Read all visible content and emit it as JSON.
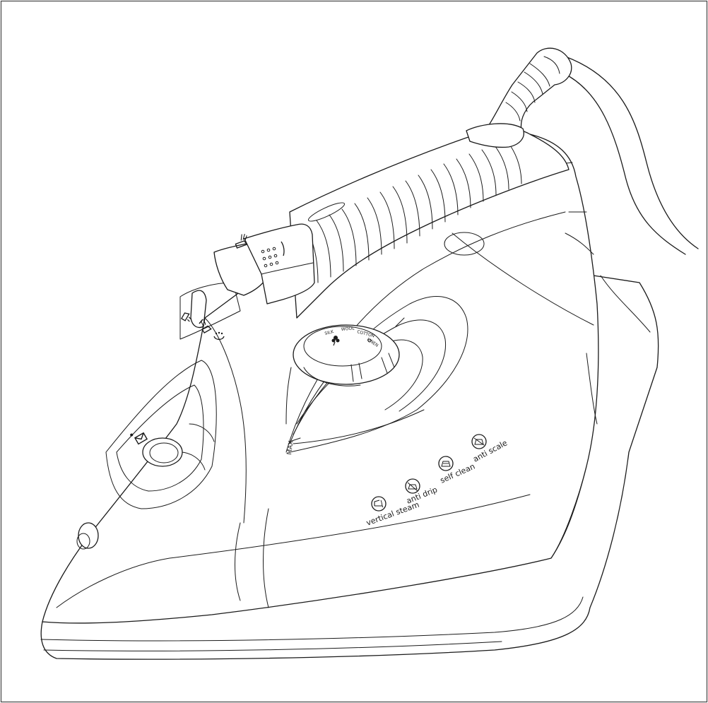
{
  "feature_labels": {
    "vertical_steam": "vertical steam",
    "anti_drip": "anti drip",
    "self_clean": "self clean",
    "anti_scale": "anti scale"
  },
  "water_level_mark": "MAX",
  "dial_settings": [
    "SILK",
    "WOOL",
    "COTTON",
    "LINEN"
  ],
  "colors": {
    "line": "#1a1a1a",
    "background": "#ffffff",
    "border": "#444444"
  },
  "icons": [
    "vertical-steam-icon",
    "anti-drip-icon",
    "self-clean-icon",
    "anti-scale-icon",
    "spray-icon",
    "steam-burst-icon",
    "dry-setting-icon",
    "steam-setting-icon",
    "water-fill-icon"
  ]
}
